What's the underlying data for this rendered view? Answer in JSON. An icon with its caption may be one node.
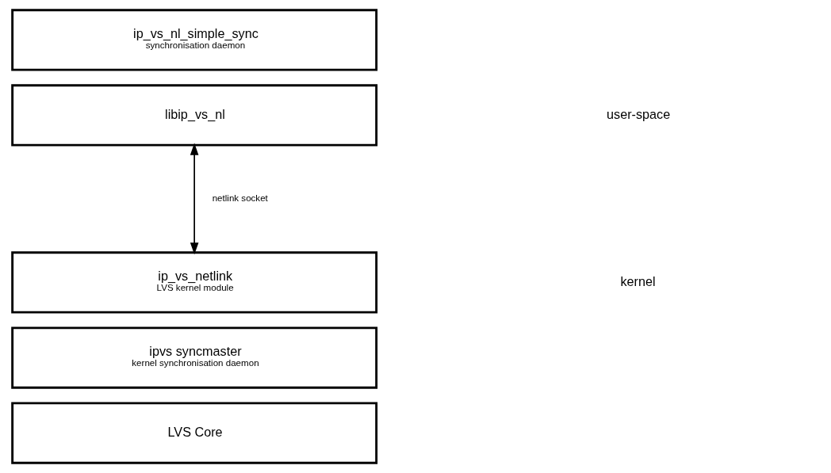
{
  "diagram": {
    "nodes": [
      {
        "text": [
          "ip_vs_nl_simple_sync",
          "synchronisation daemon"
        ]
      },
      {
        "text": [
          "libip_vs_nl"
        ]
      },
      {
        "text": [
          "ip_vs_netlink",
          "LVS kernel module"
        ]
      },
      {
        "text": [
          "ipvs syncmaster",
          "kernel synchronisation daemon"
        ]
      },
      {
        "text": [
          "LVS Core"
        ]
      }
    ],
    "edges": [
      {
        "from": 1,
        "to": 2,
        "arrow": "both",
        "label": "netlink socket"
      }
    ],
    "labels": [
      "user-space",
      "kernel"
    ]
  }
}
